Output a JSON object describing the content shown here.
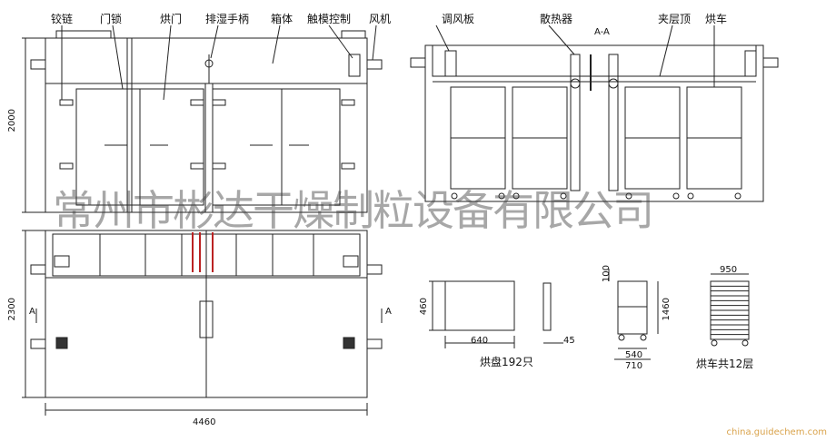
{
  "front_view": {
    "labels": [
      "铰链",
      "门锁",
      "烘门",
      "排湿手柄",
      "箱体",
      "触模控制",
      "风机"
    ],
    "height_dim": "2000"
  },
  "section_view": {
    "labels": [
      "调风板",
      "散热器",
      "A-A",
      "夹层顶",
      "烘车"
    ]
  },
  "plan_view": {
    "width_dim": "4460",
    "depth_dim": "2300",
    "section_marks": [
      "A",
      "A"
    ]
  },
  "tray": {
    "w": "640",
    "h": "460",
    "thick": "45",
    "caption": "烘盘192只"
  },
  "cart_side": {
    "top_dim": "100",
    "height": "1460",
    "inner": "540",
    "outer": "710"
  },
  "cart_front": {
    "width": "950",
    "caption": "烘车共12层"
  },
  "watermark": "常州市彬达干燥制粒设备有限公司",
  "site": "china.guidechem.com"
}
